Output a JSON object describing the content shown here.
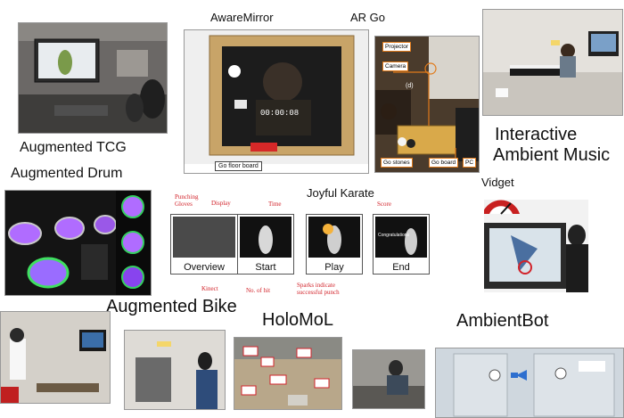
{
  "projects": {
    "augmented_tcg": "Augmented TCG",
    "awaremirror": "AwareMirror",
    "ar_go": "AR Go",
    "interactive_music_1": "Interactive",
    "interactive_music_2": "Ambient Music",
    "augmented_drum": "Augmented Drum",
    "joyful_karate": "Joyful Karate",
    "vidget": "Vidget",
    "augmented_bike": "Augmented Bike",
    "holomol": "HoloMoL",
    "ambientbot": "AmbientBot"
  },
  "awaremirror": {
    "timer": "00:00:08",
    "go_floor_board": "Go floor board"
  },
  "ar_go": {
    "projector": "Projector",
    "camera": "Camera",
    "d_label": "(d)",
    "go_stones": "Go stones",
    "go_board": "Go board",
    "pc": "PC"
  },
  "karate": {
    "panels": [
      "Overview",
      "Start",
      "Play",
      "End"
    ],
    "annotations": {
      "punching_gloves": "Punching\nGloves",
      "display": "Display",
      "time": "Time",
      "score": "Score",
      "kinect": "Kinect",
      "no_of_hit": "No. of hit",
      "sparks": "Sparks indicate\nsuccessful punch"
    },
    "congrats": "Congratulations"
  },
  "colors": {
    "annotation_red": "#d2232a",
    "ar_go_orange": "#e07a1a",
    "drum_glow": "#b06cff"
  }
}
